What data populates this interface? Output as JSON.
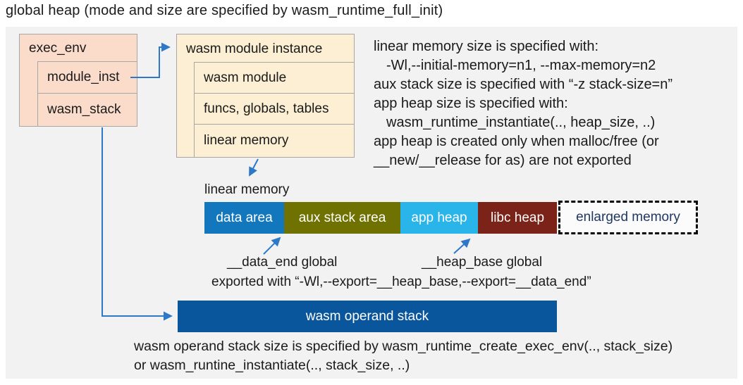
{
  "title": "global heap (mode and size are specified by wasm_runtime_full_init)",
  "exec_env": {
    "header": "exec_env",
    "rows": [
      {
        "label": "module_inst"
      },
      {
        "label": "wasm_stack"
      }
    ]
  },
  "module_instance": {
    "header": "wasm module instance",
    "rows": [
      {
        "label": "wasm module"
      },
      {
        "label": "funcs, globals, tables"
      },
      {
        "label": "linear memory"
      }
    ]
  },
  "notes_right": {
    "lines": [
      "linear memory size is specified with:",
      "-Wl,--initial-memory=n1, --max-memory=n2",
      "aux stack size is specified with “-z stack-size=n”",
      "app heap size is specified with:",
      "wasm_runtime_instantiate(.., heap_size, ..)",
      "app heap is created only when malloc/free (or",
      "__new/__release for as) are not exported"
    ]
  },
  "linear_memory": {
    "label": "linear memory",
    "segments": [
      {
        "name": "data-area",
        "label": "data area",
        "color": "#1377BD",
        "text_color": "#FFFFFF"
      },
      {
        "name": "aux-stack-area",
        "label": "aux stack area",
        "color": "#6F7100",
        "text_color": "#FFFFFF"
      },
      {
        "name": "app-heap",
        "label": "app heap",
        "color": "#29B5EA",
        "text_color": "#FFFFFF"
      },
      {
        "name": "libc-heap",
        "label": "libc heap",
        "color": "#7B2318",
        "text_color": "#FFFFFF"
      },
      {
        "name": "enlarged-memory",
        "label": "enlarged memory",
        "color": "#FBFBFB",
        "text_color": "#1F3864",
        "border": "dashed"
      }
    ]
  },
  "annotations": {
    "data_end_label": "__data_end global",
    "heap_base_label": "__heap_base global",
    "export_note": "exported with “-Wl,--export=__heap_base,--export=__data_end”"
  },
  "operand_stack": {
    "label": "wasm operand stack",
    "color": "#09569D"
  },
  "notes_bottom": {
    "lines": [
      "wasm operand stack size is specified by wasm_runtime_create_exec_env(.., stack_size)",
      "or wasm_runtine_instantiate(.., stack_size, ..)"
    ]
  },
  "colors": {
    "page_bg": "#FFFFFF",
    "panel_bg": "#F2F2F2",
    "struct_fill": "#FBDCCB",
    "instance_fill": "#FCEFD3",
    "box_border": "#A6A6A6",
    "arrow": "#2E78C8",
    "text": "#1A1A1A"
  }
}
